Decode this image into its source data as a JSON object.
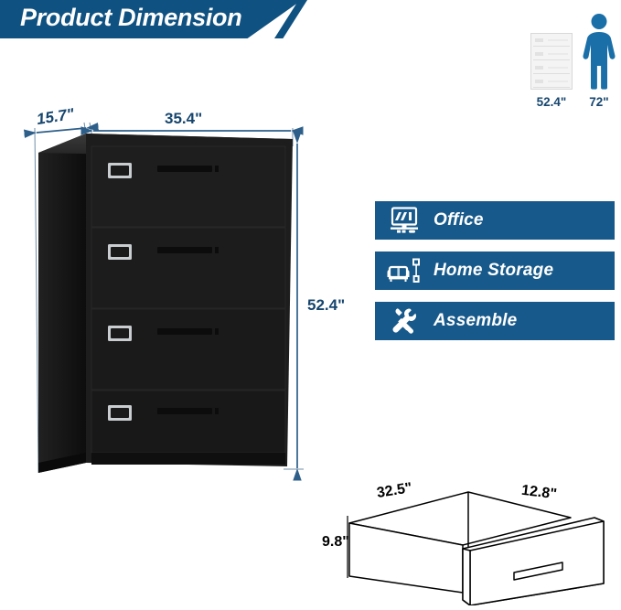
{
  "header": {
    "title": "Product Dimension",
    "banner_color": "#0f5181"
  },
  "scale_comparison": {
    "cabinet_icon": "filing-cabinet-icon",
    "cabinet_height_label": "52.4\"",
    "person_icon": "person-icon",
    "person_height_label": "72\"",
    "label_color": "#16456e",
    "person_color": "#1b6fa8"
  },
  "cabinet": {
    "depth_label": "15.7\"",
    "width_label": "35.4\"",
    "height_label": "52.4\"",
    "drawer_count": 4,
    "body_color": "#1b1b1b",
    "dimension_line_color": "#2d5f8a"
  },
  "features": [
    {
      "icon": "computer-monitor-icon",
      "label": "Office"
    },
    {
      "icon": "sofa-lamp-icon",
      "label": "Home Storage"
    },
    {
      "icon": "wrench-screwdriver-icon",
      "label": "Assemble"
    }
  ],
  "drawer": {
    "length_label": "32.5\"",
    "width_label": "12.8\"",
    "height_label": "9.8\""
  }
}
